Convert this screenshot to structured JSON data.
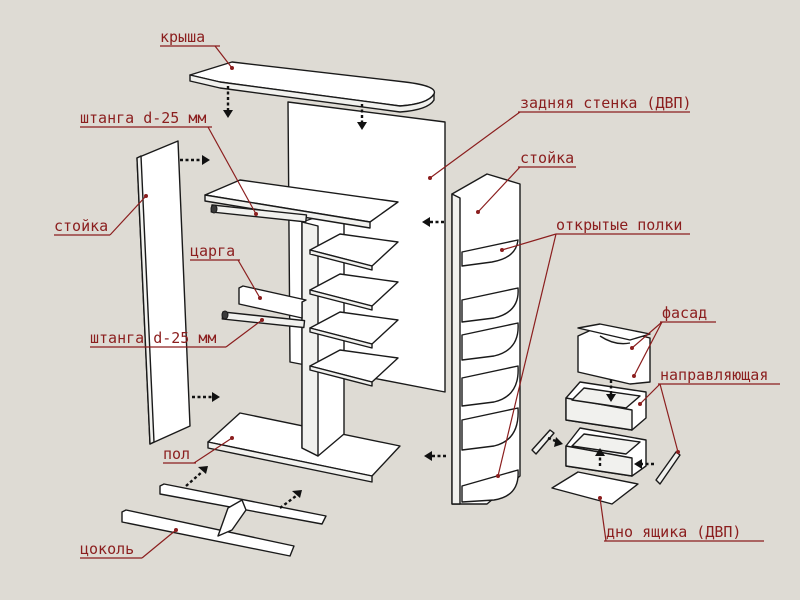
{
  "labels": {
    "roof": "крыша",
    "back_wall": "задняя стенка (ДВП)",
    "rod_top": "штанга d-25 мм",
    "upright_left": "стойка",
    "upright_right": "стойка",
    "open_shelves": "открытые полки",
    "rail": "царга",
    "rod_bottom": "штанга d-25 мм",
    "facade": "фасад",
    "guide": "направляющая",
    "floor": "пол",
    "plinth": "цоколь",
    "drawer_bottom": "дно ящика (ДВП)"
  },
  "colors": {
    "background": "#dedbd4",
    "label_text": "#8b1e1e",
    "leader_line": "#8b1e1e",
    "part_outline": "#1a1a1a",
    "part_fill": "#ffffff"
  }
}
